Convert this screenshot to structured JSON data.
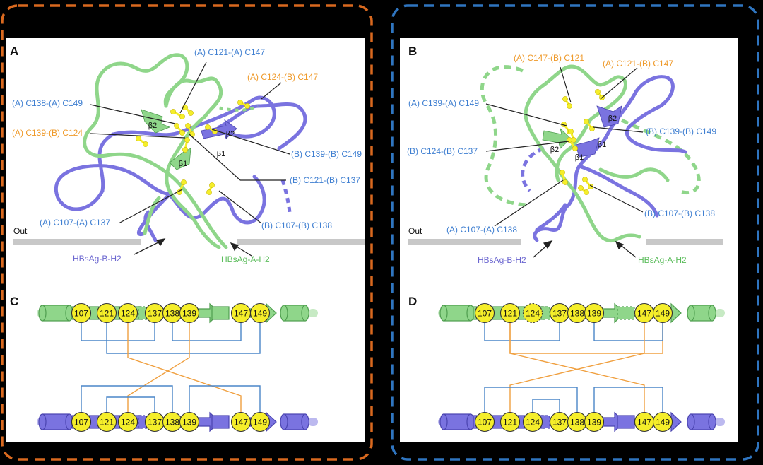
{
  "colors": {
    "green": "#8fd68a",
    "green_dark": "#4f9e4f",
    "purple": "#7a73e0",
    "purple_dark": "#4a44b0",
    "yellow": "#f5ee2a",
    "blue_text": "#3f7fd1",
    "orange_text": "#ef9a2a",
    "blue_line": "#4a86c8",
    "orange_line": "#f0a040",
    "frame_left": "#d9691f",
    "frame_right": "#2f75c0",
    "membrane": "#c8c8c8",
    "membrane_green_label": "#5cbd5c",
    "membrane_purple_label": "#6b66d0"
  },
  "panels": {
    "A": {
      "letter": "A",
      "out": "Out",
      "helix_b": "HBsAg-B-H2",
      "helix_a": "HBsAg-A-H2",
      "beta": [
        "β2",
        "β2",
        "β1",
        "β1"
      ],
      "bonds": [
        {
          "text": "(A) C121-(A) C147",
          "kind": "intra"
        },
        {
          "text": "(A) C124-(B) C147",
          "kind": "inter"
        },
        {
          "text": "(A) C138-(A) C149",
          "kind": "intra"
        },
        {
          "text": "(A) C139-(B) C124",
          "kind": "inter"
        },
        {
          "text": "(B) C139-(B) C149",
          "kind": "intra"
        },
        {
          "text": "(B) C121-(B) C137",
          "kind": "intra"
        },
        {
          "text": "(A) C107-(A) C137",
          "kind": "intra"
        },
        {
          "text": "(B) C107-(B) C138",
          "kind": "intra"
        }
      ]
    },
    "B": {
      "letter": "B",
      "out": "Out",
      "helix_b": "HBsAg-B-H2",
      "helix_a": "HBsAg-A-H2",
      "beta": [
        "β2",
        "β2",
        "β1",
        "β1"
      ],
      "bonds": [
        {
          "text": "(A) C147-(B) C121",
          "kind": "inter"
        },
        {
          "text": "(A) C121-(B) C147",
          "kind": "inter"
        },
        {
          "text": "(A) C139-(A) C149",
          "kind": "intra"
        },
        {
          "text": "(B) C139-(B) C149",
          "kind": "intra"
        },
        {
          "text": "(B) C124-(B) C137",
          "kind": "intra"
        },
        {
          "text": "(A) C107-(A) C138",
          "kind": "intra"
        },
        {
          "text": "(B) C107-(B) C138",
          "kind": "intra"
        }
      ]
    },
    "C": {
      "letter": "C",
      "residues": [
        "107",
        "121",
        "124",
        "137",
        "138",
        "139",
        "147",
        "149"
      ]
    },
    "D": {
      "letter": "D",
      "residues": [
        "107",
        "121",
        "124",
        "137",
        "138",
        "139",
        "147",
        "149"
      ],
      "dashed_residue": "124"
    }
  }
}
